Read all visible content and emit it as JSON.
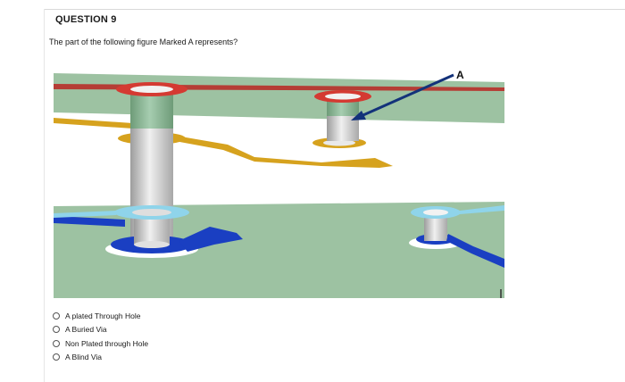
{
  "question": {
    "header": "QUESTION 9",
    "prompt": "The part of the following figure Marked A represents?"
  },
  "figure": {
    "marker_label": "A",
    "colors": {
      "board": "#9dc2a2",
      "red_trace": "#c23a34",
      "yellow_trace": "#d6a21e",
      "blue_trace": "#1a3fc2",
      "light_blue_pad": "#8fd4ea",
      "barrel": "#d7d7d7",
      "arrow": "#13327a"
    }
  },
  "options": [
    {
      "label": "A plated Through Hole"
    },
    {
      "label": "A Buried Via"
    },
    {
      "label": "Non Plated through Hole"
    },
    {
      "label": "A Blind Via"
    }
  ]
}
